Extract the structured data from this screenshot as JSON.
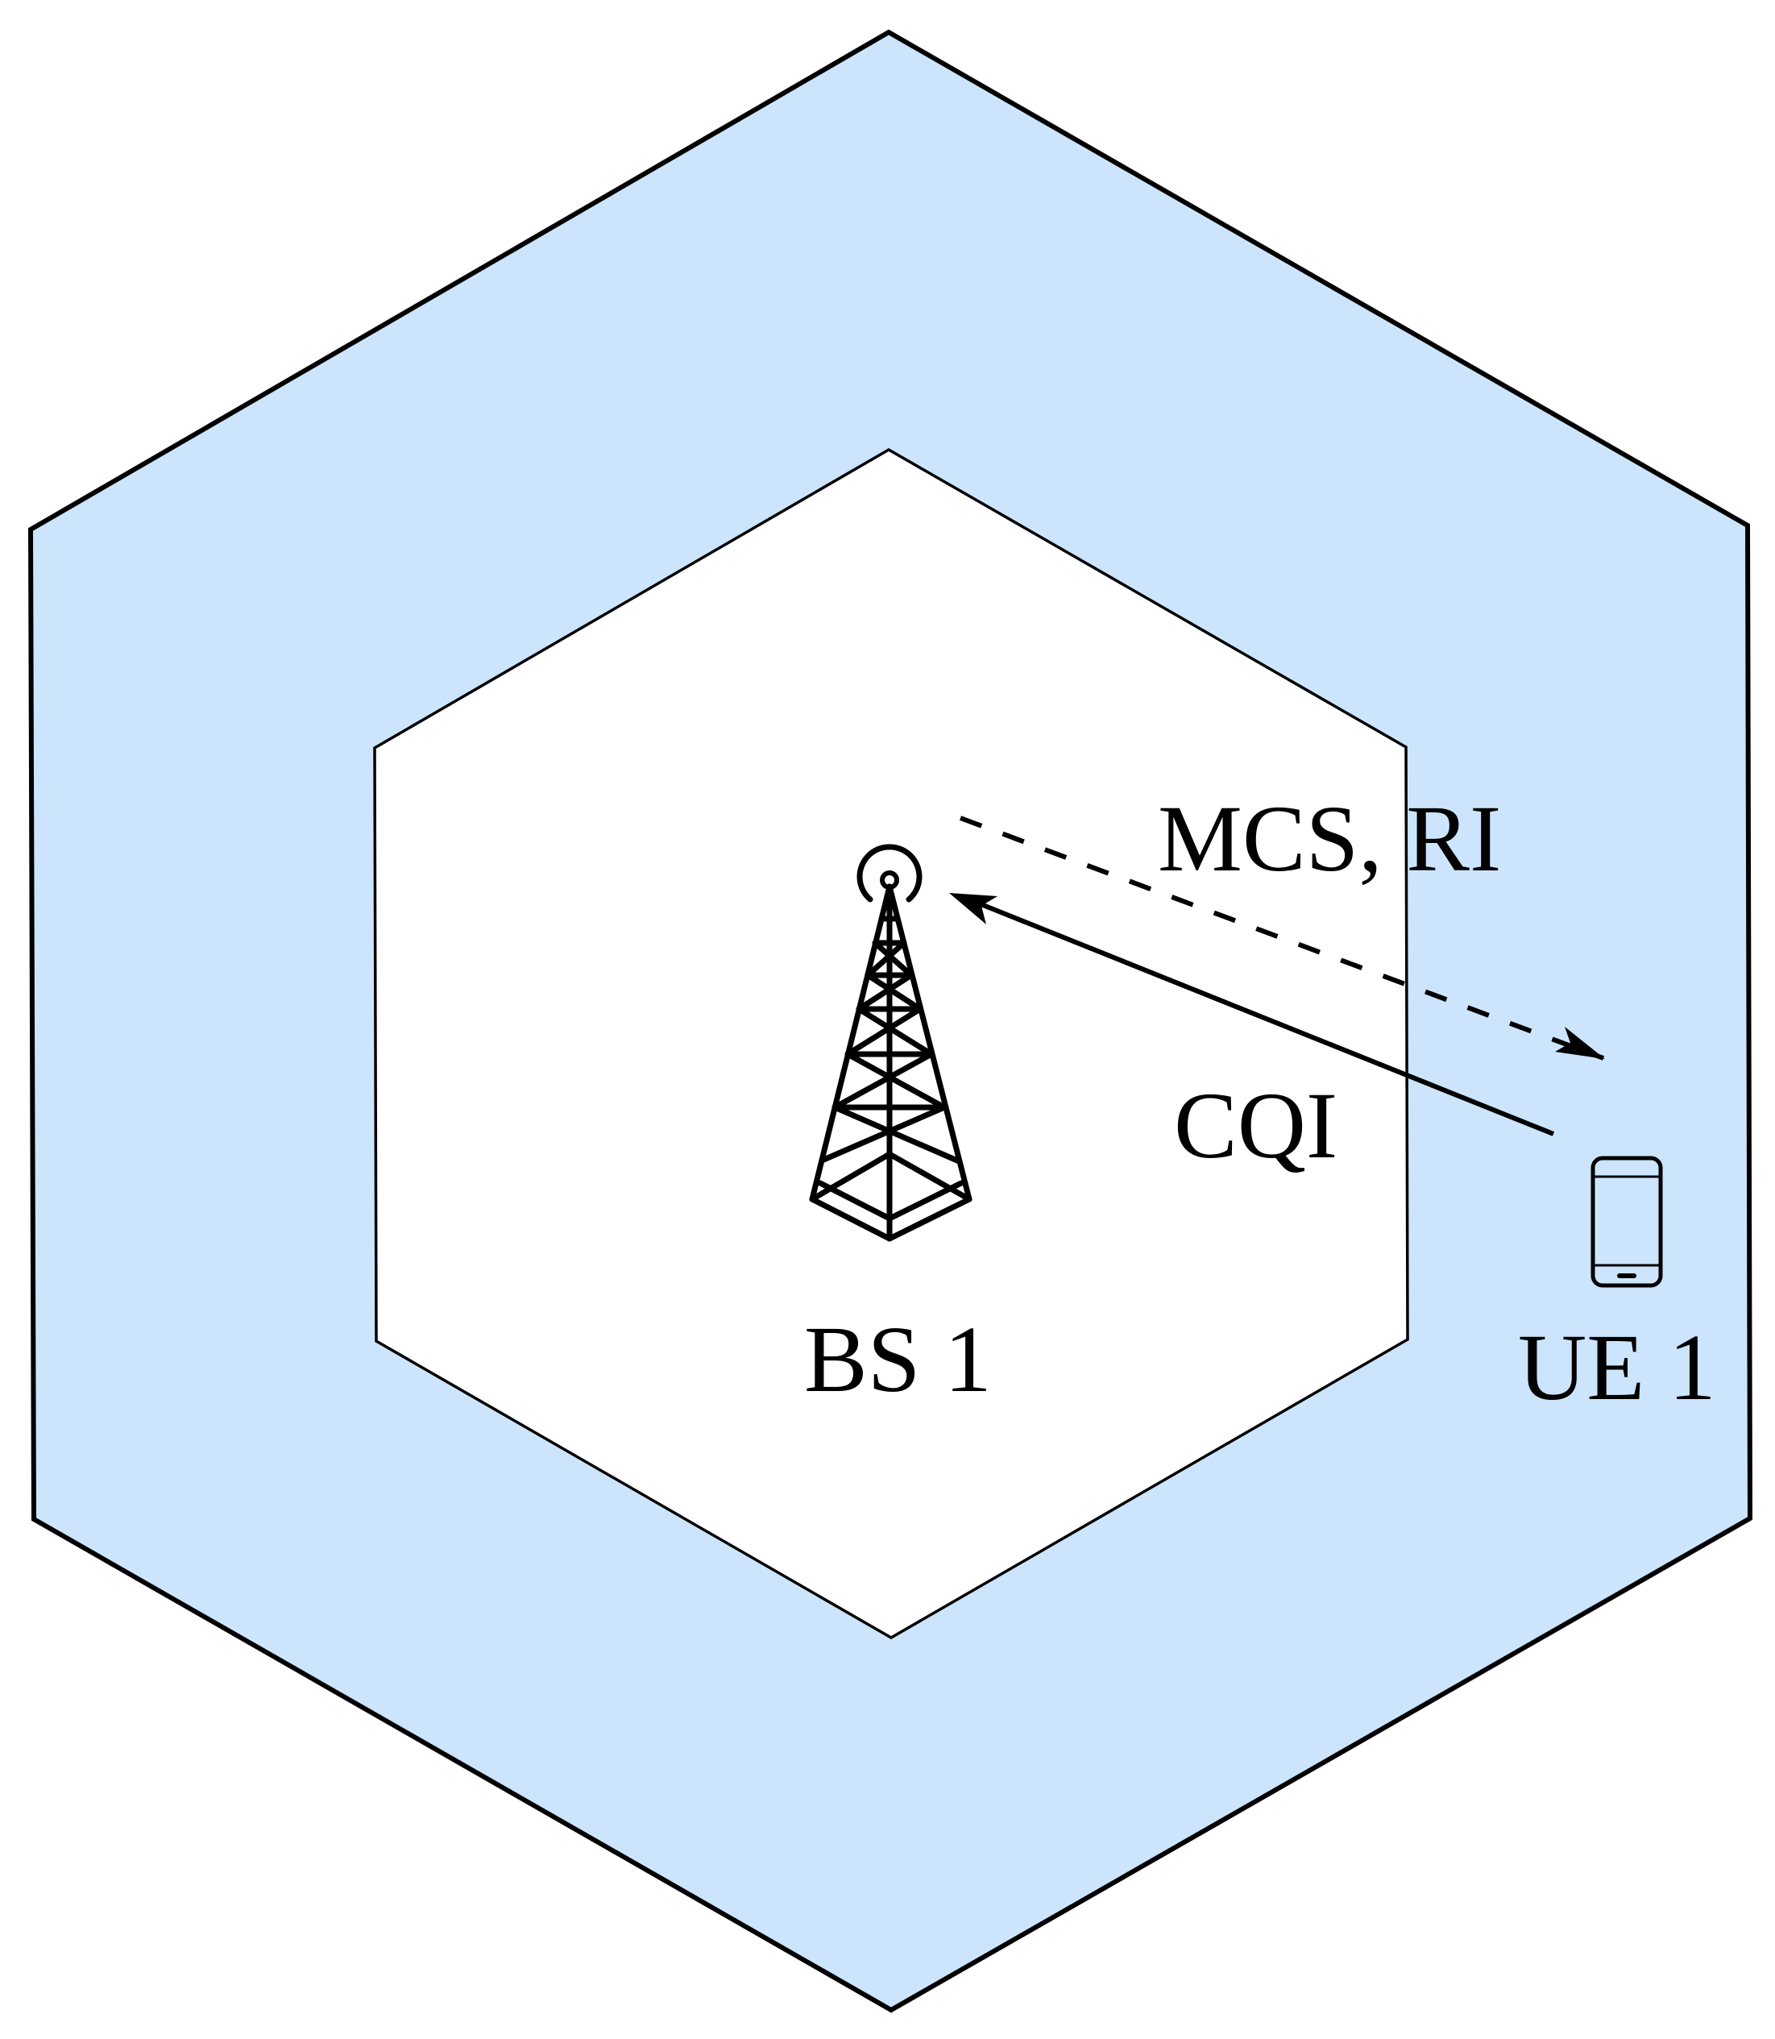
{
  "colors": {
    "outer_cell_fill": "#cce5fc",
    "inner_cell_fill": "#ffffff",
    "stroke": "#000000"
  },
  "labels": {
    "base_station": "BS 1",
    "user_equipment": "UE 1",
    "uplink": "CQI",
    "downlink": "MCS, RI"
  },
  "icons": {
    "base_station": "cell-tower-icon",
    "user_equipment": "smartphone-icon"
  }
}
